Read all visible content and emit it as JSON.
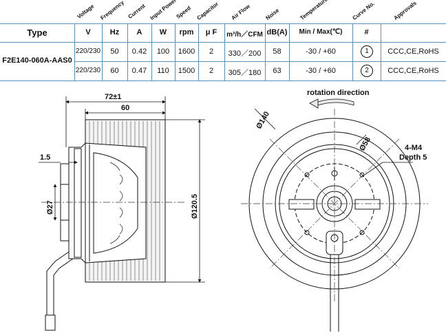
{
  "table": {
    "headers": [
      "Voltage",
      "Frequency",
      "Current",
      "Input Power",
      "Speed",
      "Capacitor",
      "Air Flow",
      "Noise",
      "Temperature",
      "Curve No.",
      "Approvals"
    ],
    "units": {
      "type": "Type",
      "voltage": "V",
      "frequency": "Hz",
      "current": "A",
      "power": "W",
      "speed": "rpm",
      "capacitor": "μ F",
      "airflow": "m³/h／CFM",
      "noise": "dB(A)",
      "temperature": "Min / Max(℃)",
      "curve": "#"
    },
    "model": "F2E140-060A-AAS0",
    "rows": [
      {
        "voltage": "220/230",
        "frequency": "50",
        "current": "0.42",
        "power": "100",
        "speed": "1600",
        "capacitor": "2",
        "airflow": "330／200",
        "noise": "58",
        "temperature": "-30 / +60",
        "curve": "1",
        "approvals": "CCC,CE,RoHS"
      },
      {
        "voltage": "220/230",
        "frequency": "60",
        "current": "0.47",
        "power": "110",
        "speed": "1500",
        "capacitor": "2",
        "airflow": "305／180",
        "noise": "63",
        "temperature": "-30 / +60",
        "curve": "2",
        "approvals": "CCC,CE,RoHS"
      }
    ]
  },
  "drawing": {
    "side": {
      "dim_overall": "72±1",
      "dim_60": "60",
      "dim_1_5": "1.5",
      "dim_27": "Ø27",
      "dim_120_5": "Ø120.5"
    },
    "front": {
      "rotation": "rotation direction",
      "dim_140": "Ø140",
      "dim_58": "Ø58",
      "holes": "4-M4",
      "depth": "Depth 5"
    }
  },
  "colors": {
    "grid_line": "#5a8fb8",
    "ink": "#111111",
    "background": "#ffffff"
  }
}
